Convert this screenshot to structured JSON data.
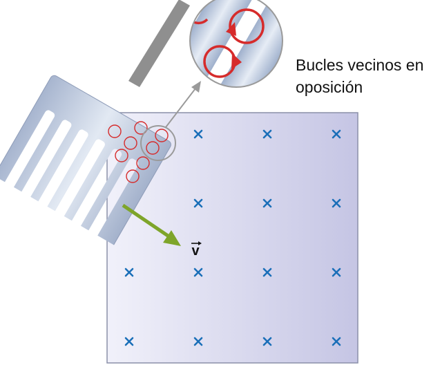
{
  "annotation": {
    "line1": "Bucles vecinos en",
    "line2": "oposición"
  },
  "velocity": {
    "symbol": "v",
    "arrow_color": "#7ea52a"
  },
  "field": {
    "symbol": "×",
    "color": "#1a6fb8",
    "rows": 4,
    "cols": 4
  },
  "eddy_currents": {
    "color": "#d62b2b"
  }
}
